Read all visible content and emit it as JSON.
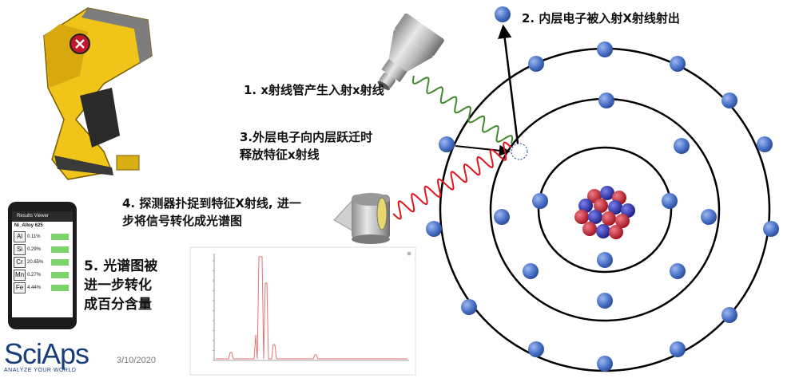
{
  "steps": {
    "step1": "1. x射线管产生入射x射线",
    "step2": "2. 内层电子被入射X射线射出",
    "step3_line1": "3.外层电子向内层跃迁时",
    "step3_line2": "释放特征x射线",
    "step4_line1": "4. 探测器扑捉到特征X射线, 进一",
    "step4_line2": "步将信号转化成光谱图",
    "step5_line1": "5. 光谱图被",
    "step5_line2": "进一步转化",
    "step5_line3": "成百分含量"
  },
  "footer": {
    "logo": "SciAps",
    "logo_tagline": "ANALYZE YOUR WORLD",
    "date": "3/10/2020"
  },
  "phone": {
    "app_title": "Results Viewer",
    "sample": "Ni_Alloy 625",
    "elements": [
      {
        "symbol": "Al",
        "value": "0.11%"
      },
      {
        "symbol": "Si",
        "value": "0.29%"
      },
      {
        "symbol": "Cr",
        "value": "20.65%"
      },
      {
        "symbol": "Mn",
        "value": "0.27%"
      },
      {
        "symbol": "Fe",
        "value": "4.44%"
      }
    ]
  },
  "colors": {
    "electron": "#4a73c9",
    "orbit": "#000000",
    "incident_wave": "#3f8a2a",
    "characteristic_wave": "#e0141e",
    "proton": "#c0182a",
    "neutron": "#2c2fb0",
    "instrument_body": "#f0c419",
    "spectrum_line": "#e57373"
  }
}
